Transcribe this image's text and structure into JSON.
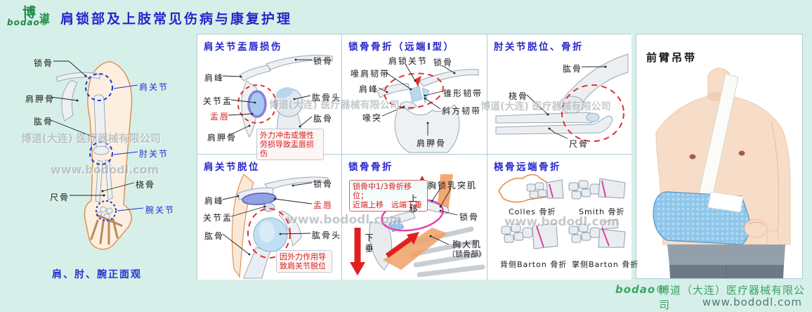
{
  "page": {
    "title": "肩锁部及上肢常见伤病与康复护理"
  },
  "logo": {
    "char_main": "博",
    "char_sub": "道",
    "name": "bodao®"
  },
  "colors": {
    "title_blue": "#2525cb",
    "label_red": "#d42a2a",
    "brand_green": "#3aa565",
    "bg_mint": "#d7efe9",
    "dashed_red": "#e03030",
    "magenta": "#e83fa8",
    "sling_blue": "#8ec6ea"
  },
  "watermark": {
    "company": "博道(大连) 医疗器械有限公司",
    "site": "www.bododl.com"
  },
  "left": {
    "clavicle": "锁骨",
    "shoulder_joint": "肩关节",
    "scapula": "肩胛骨",
    "humerus": "肱骨",
    "elbow_joint": "肘关节",
    "radius": "桡骨",
    "ulna": "尺骨",
    "wrist_joint": "腕关节",
    "caption": "肩、肘、腕正面观"
  },
  "labrum_panel": {
    "title": "肩关节盂唇损伤",
    "clavicle": "锁骨",
    "acromion": "肩峰",
    "glenoid": "关节盂",
    "labrum": "盂唇",
    "scapula": "肩胛骨",
    "humeral_head": "肱骨头",
    "humerus": "肱骨",
    "note": "外力冲击或慢性劳损导致盂唇损伤"
  },
  "clavicle_distal_panel": {
    "title": "锁骨骨折（远端Ⅰ型）",
    "ac_joint": "肩锁关节",
    "clavicle": "锁骨",
    "coracoacromial_lig": "喙肩韧带",
    "acromion": "肩峰",
    "conoid_lig": "锥形韧带",
    "trapezoid_lig": "斜方韧带",
    "coracoid": "喙突",
    "scapula": "肩胛骨"
  },
  "elbow_panel": {
    "title": "肘关节脱位、骨折",
    "humerus": "肱骨",
    "radius": "桡骨",
    "ulna": "尺骨"
  },
  "dislocation_panel": {
    "title": "肩关节脱位",
    "clavicle": "锁骨",
    "acromion": "肩峰",
    "labrum": "盂唇",
    "glenoid": "关节盂",
    "humerus": "肱骨",
    "humeral_head": "肱骨头",
    "note": "因外力作用导致肩关节脱位"
  },
  "clavicle_mid_panel": {
    "title": "锁骨骨折",
    "note_line1": "锁骨中1/3骨折移位；",
    "note_line2": "近端上移　远端下垂",
    "scm_muscle": "胸锁乳突肌",
    "clavicle": "锁骨",
    "pect_line1": "胸大肌",
    "pect_line2": "（锁骨部）",
    "up_shift": "上移",
    "down_droop": "下垂"
  },
  "radius_panel": {
    "title": "桡骨远端骨折",
    "items": [
      {
        "label": "Colles 骨折"
      },
      {
        "label": "Smith 骨折"
      },
      {
        "label": "背侧Barton 骨折"
      },
      {
        "label": "掌侧Barton 骨折"
      }
    ]
  },
  "sling_panel": {
    "title": "前臂吊带"
  },
  "footer": {
    "logo": "bodao®",
    "company": "博道（大连）医疗器械有限公司",
    "website": "www.bododl.com"
  }
}
